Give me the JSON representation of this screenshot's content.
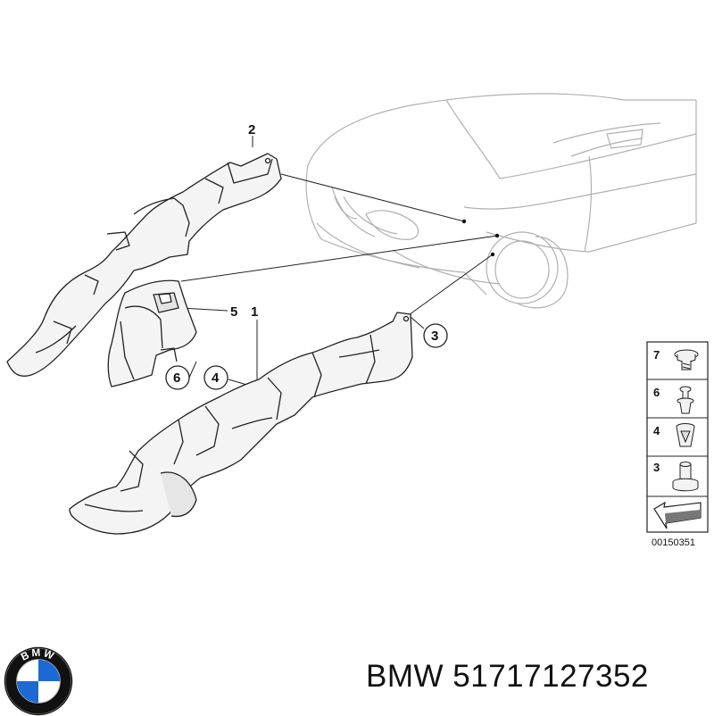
{
  "diagram": {
    "callouts": [
      "1",
      "2",
      "3",
      "4",
      "5",
      "6"
    ],
    "legend": {
      "items": [
        "7",
        "6",
        "4",
        "3"
      ],
      "code": "00150351"
    }
  },
  "footer": {
    "brand": "BMW",
    "part_number": "51717127352",
    "logo_letters": "BMW"
  },
  "colors": {
    "line": "#222222",
    "part_fill": "#f4f4f4",
    "car_line": "#b0b0b0",
    "logo_blue": "#1c69d4"
  }
}
